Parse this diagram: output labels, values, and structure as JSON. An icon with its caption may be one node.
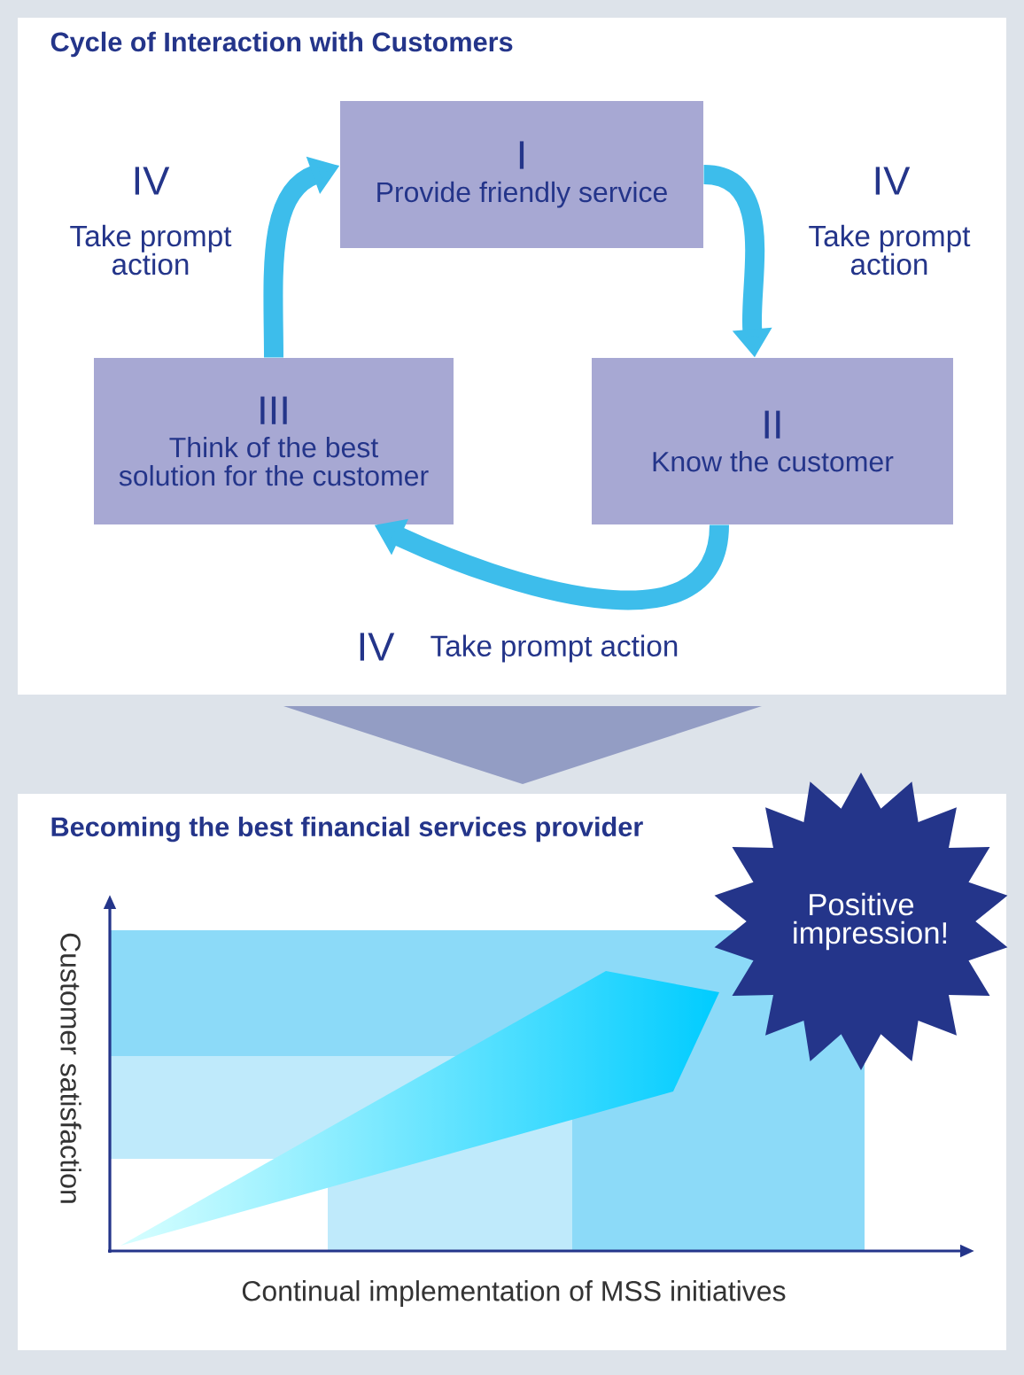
{
  "diagram": {
    "title": "Cycle of Interaction with Customers",
    "nodes": [
      {
        "text": [
          "I",
          "Provide friendly service"
        ]
      },
      {
        "text": [
          "II",
          "Know the customer"
        ]
      },
      {
        "text": [
          "III",
          "Think of the best solution for the customer"
        ]
      },
      {
        "text": [],
        "shape": "triangle"
      },
      {
        "text": [
          "Positive impression!"
        ]
      }
    ],
    "edges": [
      {
        "from": 0,
        "to": 1,
        "arrow": "to",
        "label": "Take prompt action"
      },
      {
        "from": 1,
        "to": 2,
        "arrow": "to",
        "label": "Take prompt action"
      },
      {
        "from": 2,
        "to": 0,
        "arrow": "to",
        "label": "Take prompt action"
      }
    ],
    "labels": [
      "IV",
      "IV",
      "IV",
      "Becoming the best financial services provider",
      "Customer satisfaction",
      "Continual implementation of MSS initiatives"
    ]
  }
}
